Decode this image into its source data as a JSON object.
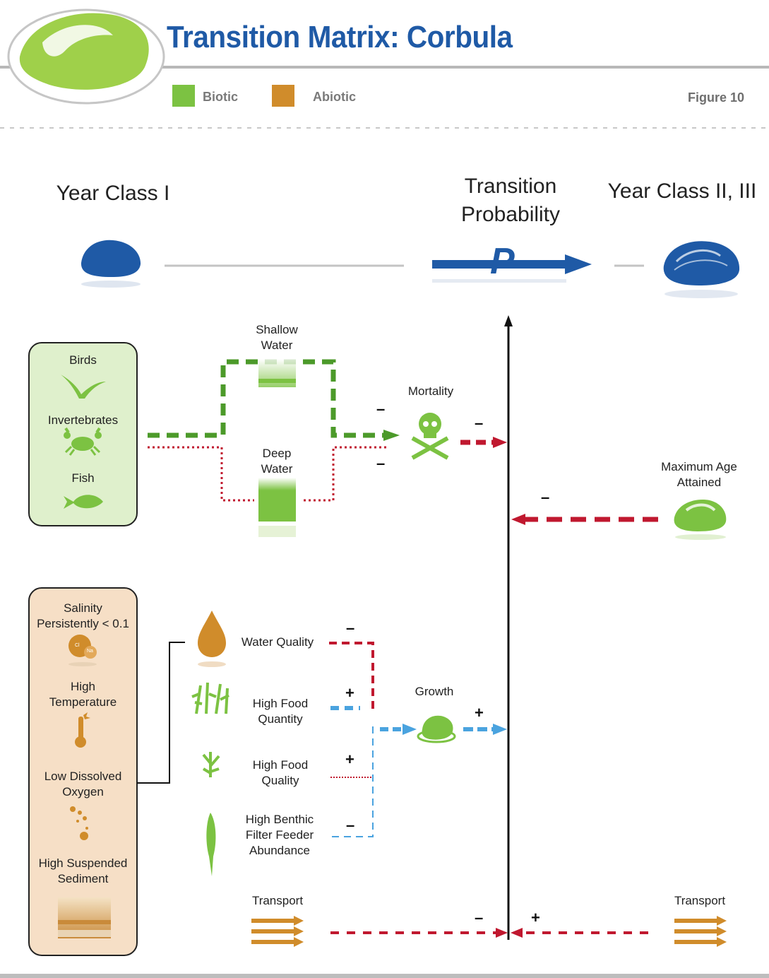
{
  "header": {
    "title": "Transition Matrix: Corbula",
    "legend": [
      {
        "label": "Biotic",
        "color": "#7cc242"
      },
      {
        "label": "Abiotic",
        "color": "#d08c2b"
      }
    ],
    "figure_label": "Figure 10"
  },
  "stages": {
    "left": "Year Class I",
    "middle_line1": "Transition",
    "middle_line2": "Probability",
    "right": "Year Class II, III",
    "p_symbol": "P"
  },
  "biotic_box": {
    "items": [
      {
        "label": "Birds",
        "icon": "bird-icon"
      },
      {
        "label": "Invertebrates",
        "icon": "crab-icon"
      },
      {
        "label": "Fish",
        "icon": "fish-icon"
      }
    ]
  },
  "water": {
    "shallow_line1": "Shallow",
    "shallow_line2": "Water",
    "deep_line1": "Deep",
    "deep_line2": "Water"
  },
  "mortality": {
    "label": "Mortality",
    "icon": "skull-icon"
  },
  "max_age": {
    "line1": "Maximum Age",
    "line2": "Attained"
  },
  "abiotic_box": {
    "items": [
      {
        "line1": "Salinity",
        "line2": "Persistently < 0.1",
        "icon": "salinity-icon",
        "icon_text1": "Cl",
        "icon_text2": "Na"
      },
      {
        "line1": "High",
        "line2": "Temperature",
        "icon": "thermometer-icon"
      },
      {
        "line1": "Low Dissolved",
        "line2": "Oxygen",
        "icon": "bubbles-icon"
      },
      {
        "line1": "High Suspended",
        "line2": "Sediment",
        "icon": "sediment-icon"
      }
    ]
  },
  "growth_factors": {
    "water_quality": "Water Quality",
    "food_quantity_line1": "High Food",
    "food_quantity_line2": "Quantity",
    "food_quality_line1": "High Food",
    "food_quality_line2": "Quality",
    "benthic_line1": "High Benthic",
    "benthic_line2": "Filter Feeder",
    "benthic_line3": "Abundance"
  },
  "growth": {
    "label": "Growth"
  },
  "transport": {
    "left": "Transport",
    "right": "Transport"
  },
  "signs": {
    "mortality_upper": "–",
    "mortality_lower": "–",
    "mortality_out": "–",
    "max_age": "–",
    "water_quality": "–",
    "food_quantity": "+",
    "food_quality": "+",
    "benthic": "–",
    "growth_out": "+",
    "transport_left": "–",
    "transport_right": "+"
  },
  "colors": {
    "title_blue": "#1f5aa6",
    "clam_blue": "#1f5aa6",
    "green": "#4c9a2a",
    "light_green": "#7cc242",
    "red": "#c0182f",
    "light_blue": "#4aa3df",
    "orange": "#d08c2b"
  }
}
